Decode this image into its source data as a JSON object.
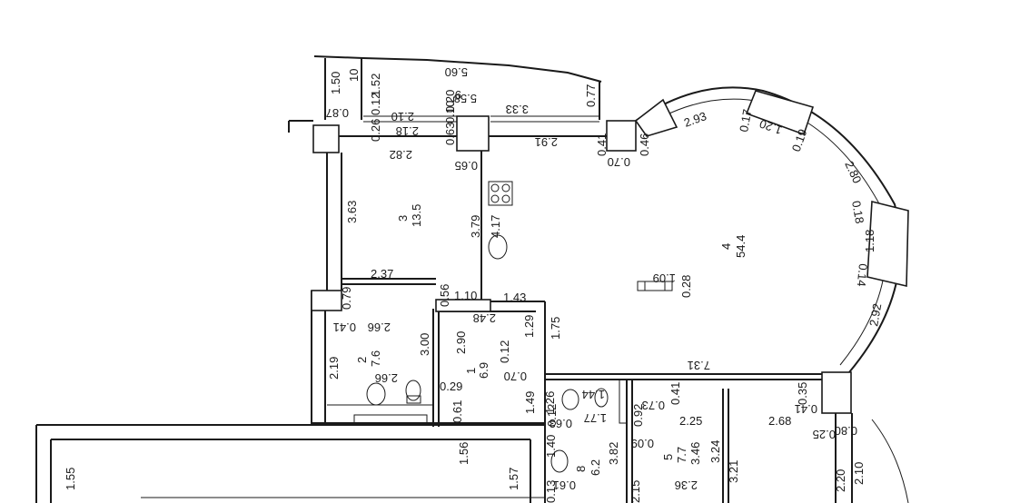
{
  "rooms": [
    {
      "num": "1",
      "area": "6.9"
    },
    {
      "num": "2",
      "area": "7.6"
    },
    {
      "num": "3",
      "area": "13.5"
    },
    {
      "num": "4",
      "area": "54.4"
    },
    {
      "num": "5",
      "area": "7.7"
    },
    {
      "num": "8",
      "area": "6.2"
    },
    {
      "num": "9",
      "area": ""
    },
    {
      "num": "10",
      "area": ""
    }
  ],
  "dims": [
    "5.60",
    "5.58",
    "1.50",
    "1.52",
    "0.87",
    "0.12",
    "0.20",
    "0.77",
    "3.33",
    "2.10",
    "0.26",
    "2.18",
    "0.63",
    "0.10",
    "2.82",
    "0.65",
    "2.91",
    "0.41",
    "0.70",
    "0.46",
    "2.93",
    "0.17",
    "1.20",
    "0.19",
    "2.80",
    "0.18",
    "1.18",
    "0.14",
    "2.92",
    "3.63",
    "3.79",
    "4.17",
    "1.09",
    "0.28",
    "2.37",
    "0.79",
    "0.56",
    "1.10",
    "1.43",
    "2.48",
    "2.66",
    "0.41",
    "3.00",
    "2.90",
    "1.29",
    "1.75",
    "2.19",
    "0.12",
    "2.66",
    "0.70",
    "0.29",
    "0.61",
    "1.49",
    "7.31",
    "1.26",
    "0.12",
    "0.63",
    "1.44",
    "1.77",
    "0.92",
    "0.73",
    "0.41",
    "2.25",
    "0.35",
    "0.41",
    "2.68",
    "0.25",
    "0.80",
    "1.55",
    "1.56",
    "1.57",
    "1.40",
    "0.09",
    "0.61",
    "0.13",
    "3.82",
    "2.15",
    "3.46",
    "2.36",
    "3.24",
    "3.21",
    "2.20",
    "2.10"
  ]
}
